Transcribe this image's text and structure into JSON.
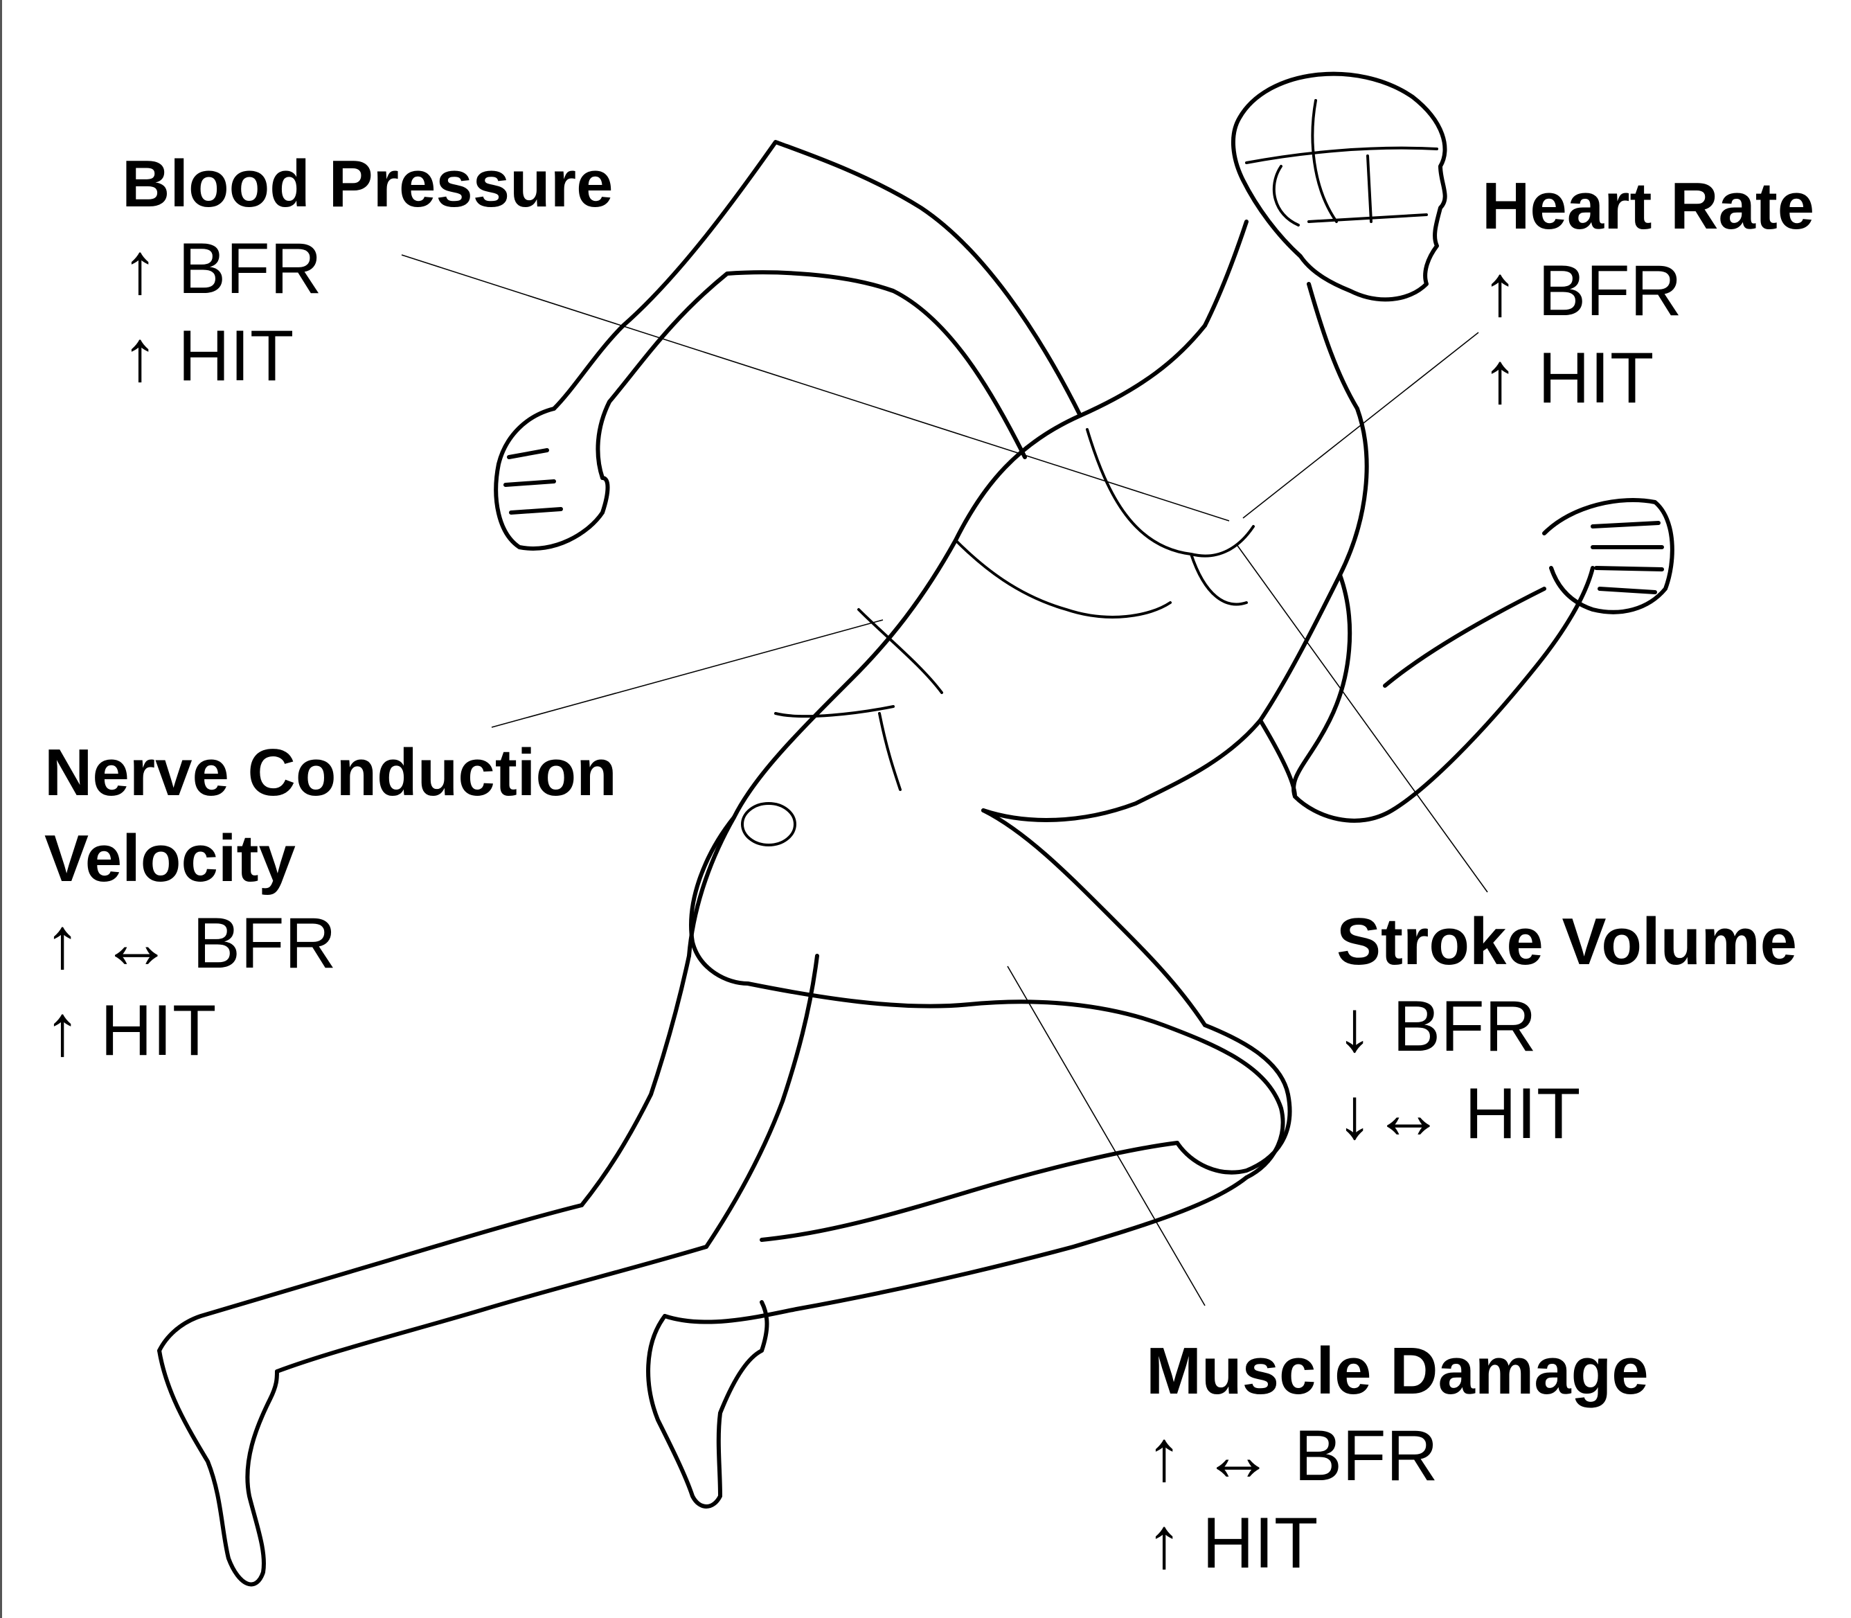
{
  "colors": {
    "line": "#000000",
    "background": "#ffffff"
  },
  "labels": {
    "blood_pressure": {
      "title": "Blood Pressure",
      "lines": [
        "↑ BFR",
        "↑ HIT"
      ]
    },
    "heart_rate": {
      "title": "Heart Rate",
      "lines": [
        "↑ BFR",
        "↑ HIT"
      ]
    },
    "nerve_conduction": {
      "title": [
        "Nerve Conduction",
        "Velocity"
      ],
      "lines": [
        "↑ ↔ BFR",
        "↑ HIT"
      ]
    },
    "stroke_volume": {
      "title": "Stroke Volume",
      "lines": [
        "↓ BFR",
        "↓↔ HIT"
      ]
    },
    "muscle_damage": {
      "title": "Muscle Damage",
      "lines": [
        "↑ ↔ BFR",
        "↑ HIT"
      ]
    }
  }
}
